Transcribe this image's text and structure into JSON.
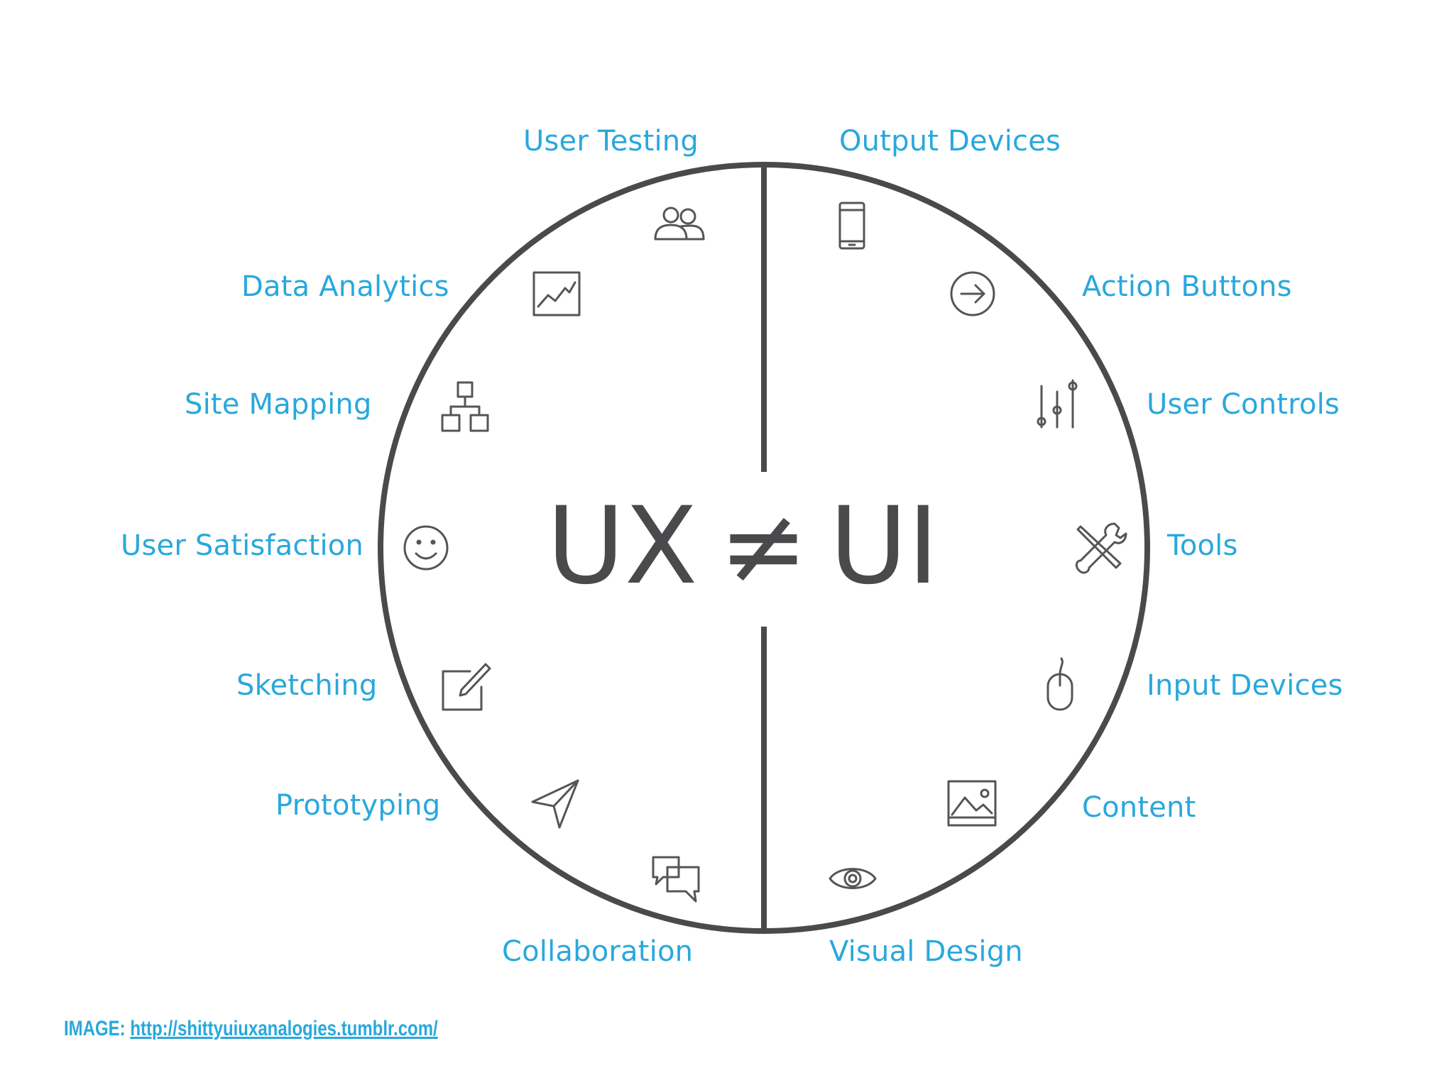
{
  "title": {
    "left": "UX",
    "operator": "≠",
    "right": "UI"
  },
  "ux_items": [
    {
      "label": "User Testing",
      "icon": "users-icon"
    },
    {
      "label": "Data Analytics",
      "icon": "line-chart-icon"
    },
    {
      "label": "Site Mapping",
      "icon": "sitemap-icon"
    },
    {
      "label": "User Satisfaction",
      "icon": "smiley-icon"
    },
    {
      "label": "Sketching",
      "icon": "pencil-square-icon"
    },
    {
      "label": "Prototyping",
      "icon": "paper-plane-icon"
    },
    {
      "label": "Collaboration",
      "icon": "chat-bubbles-icon"
    }
  ],
  "ui_items": [
    {
      "label": "Output Devices",
      "icon": "smartphone-icon"
    },
    {
      "label": "Action Buttons",
      "icon": "arrow-circle-icon"
    },
    {
      "label": "User Controls",
      "icon": "sliders-icon"
    },
    {
      "label": "Tools",
      "icon": "wrench-screwdriver-icon"
    },
    {
      "label": "Input Devices",
      "icon": "mouse-icon"
    },
    {
      "label": "Content",
      "icon": "image-icon"
    },
    {
      "label": "Visual Design",
      "icon": "eye-icon"
    }
  ],
  "credit": {
    "prefix": "IMAGE:",
    "link": "http://shittyuiuxanalogies.tumblr.com/"
  },
  "colors": {
    "label": "#29a8dc",
    "stroke": "#4a4a4c"
  }
}
